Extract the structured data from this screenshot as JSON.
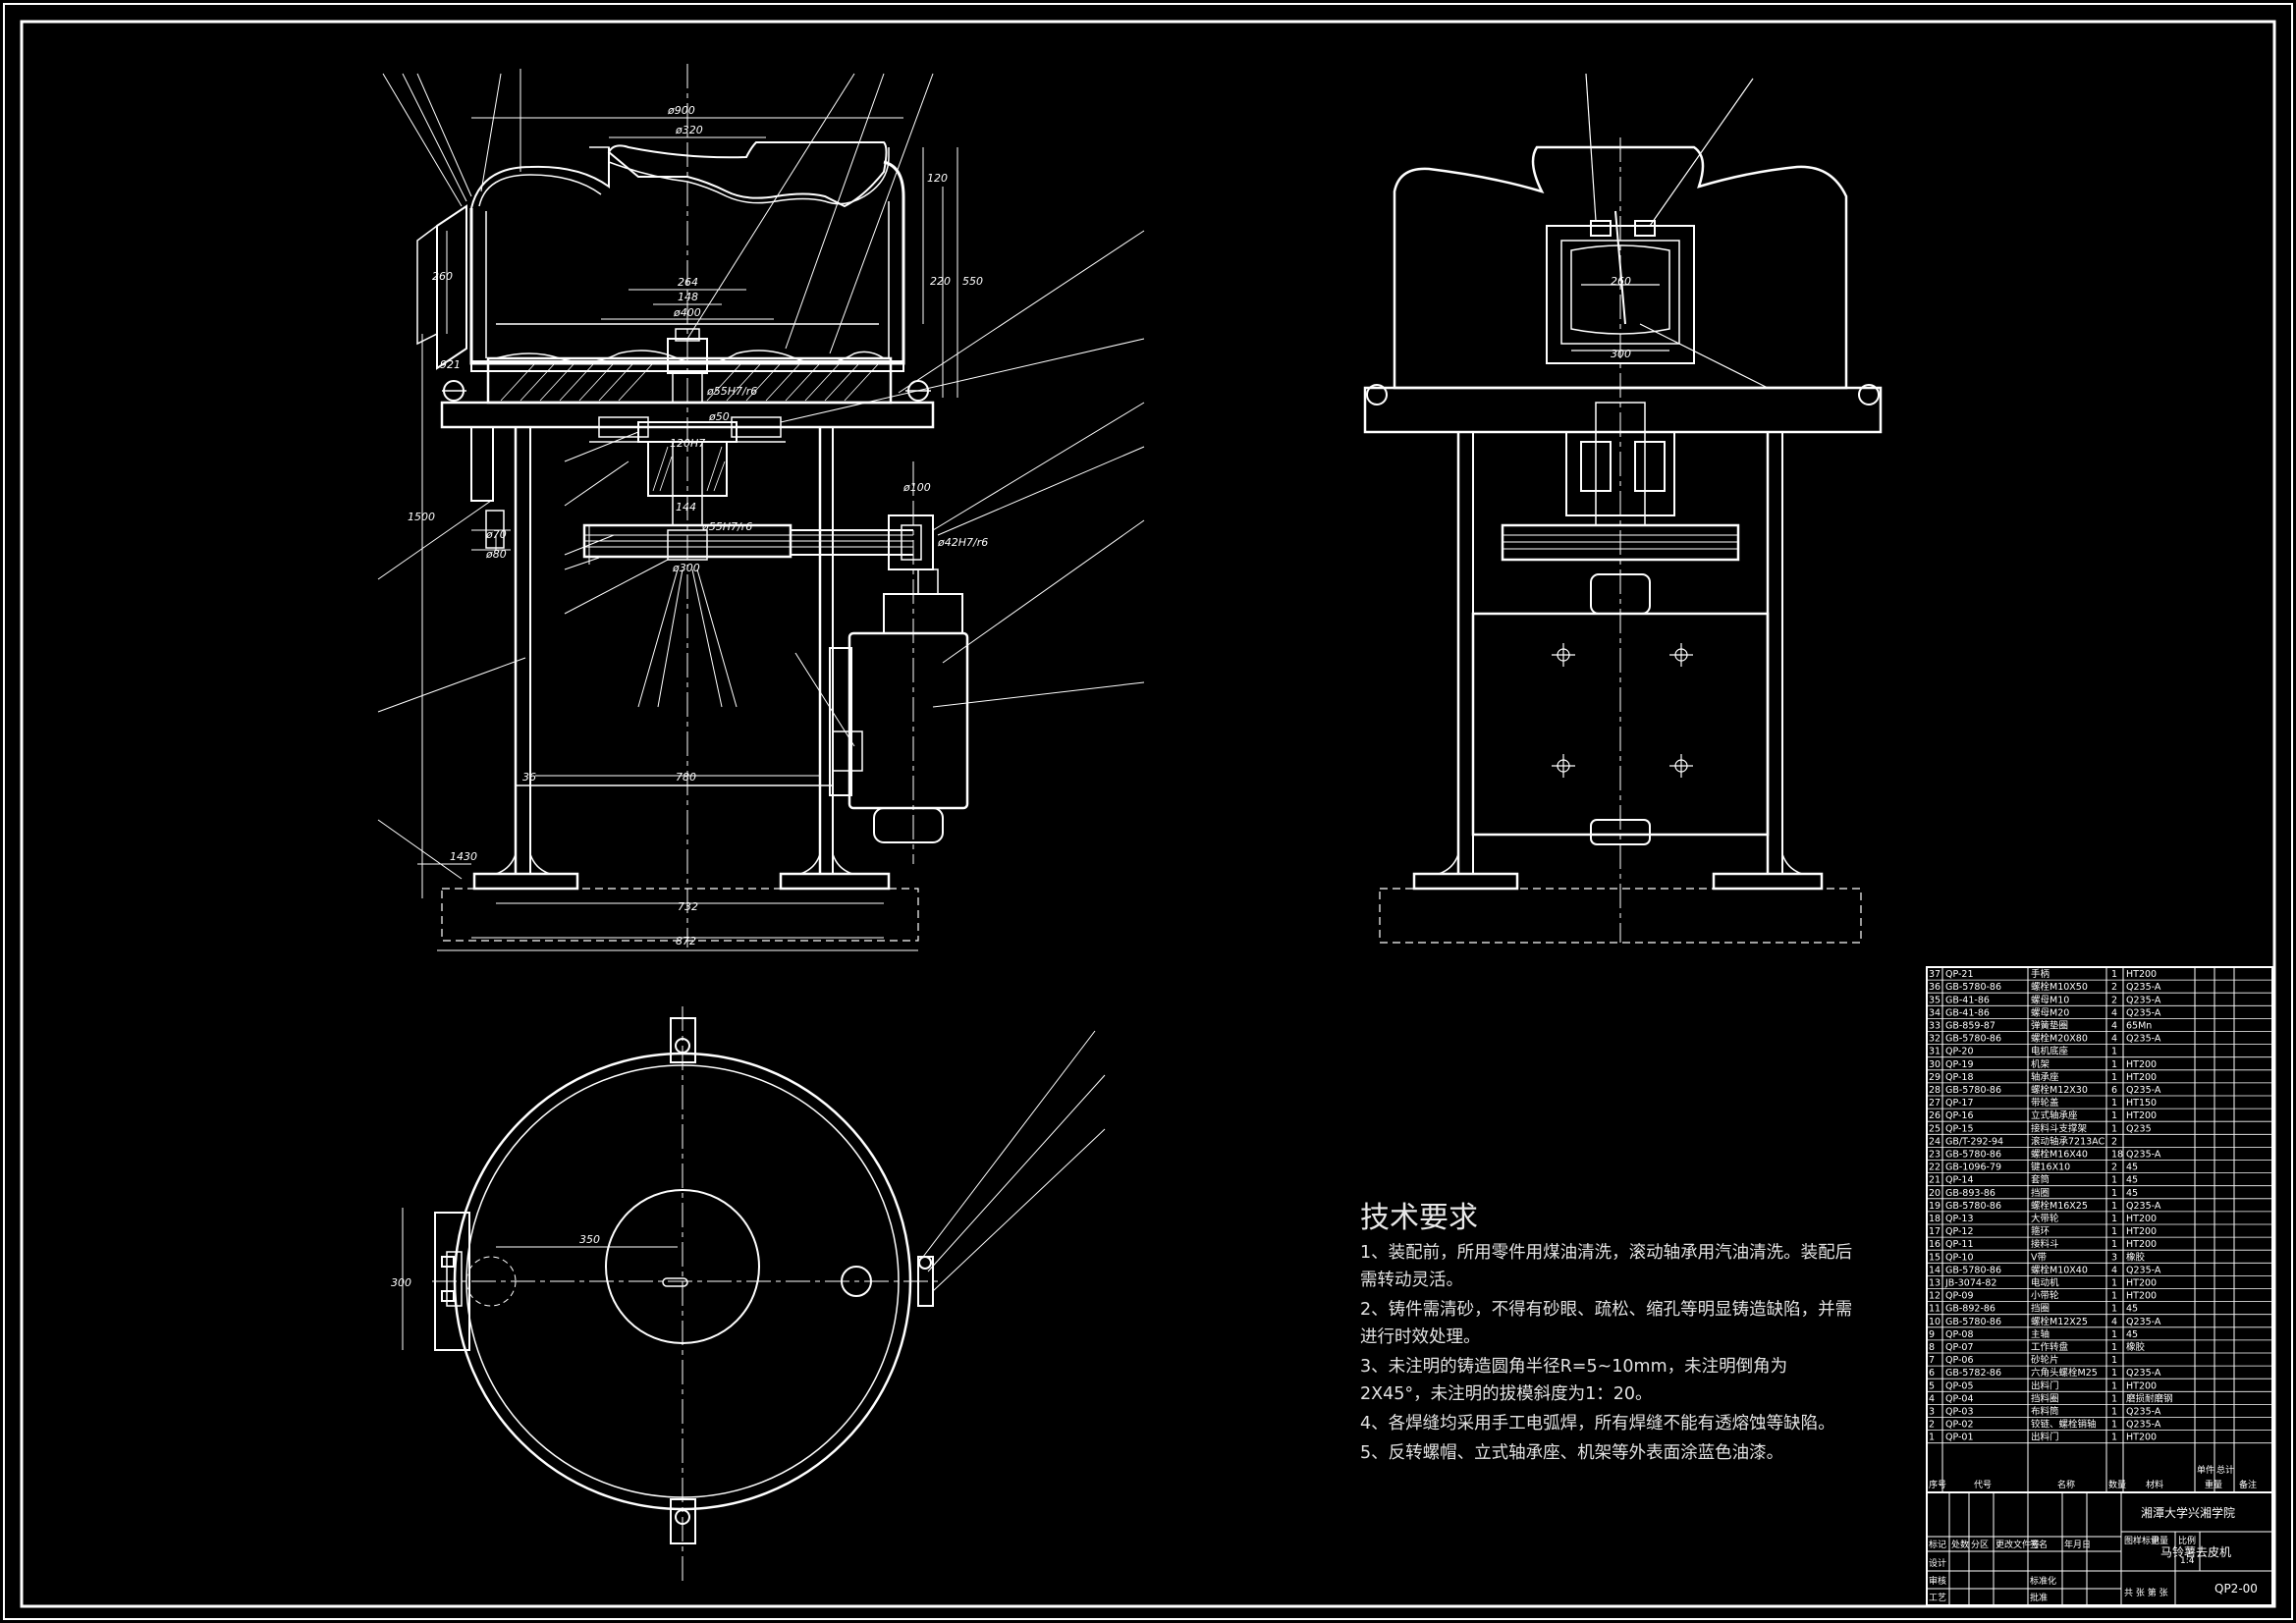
{
  "tech_req": {
    "title": "技术要求",
    "lines": [
      "1、装配前，所用零件用煤油清洗，滚动轴承用汽油清洗。装配后",
      "需转动灵活。",
      "2、铸件需清砂，不得有砂眼、疏松、缩孔等明显铸造缺陷，并需",
      "进行时效处理。",
      "3、未注明的铸造圆角半径R=5~10mm，未注明倒角为",
      "2X45°，未注明的拔模斜度为1：20。",
      "4、各焊缝均采用手工电弧焊，所有焊缝不能有透熔蚀等缺陷。",
      "5、反转螺帽、立式轴承座、机架等外表面涂蓝色油漆。"
    ]
  },
  "dimensions": {
    "front": [
      "ø900",
      "ø320",
      "264",
      "148",
      "ø400",
      "ø55H7/r6",
      "ø50",
      "120H7",
      "ø100",
      "ø55H7/r6",
      "ø42H7/r6",
      "144",
      "ø300",
      "120",
      "220",
      "550",
      "260",
      "921",
      "1500",
      "ø70",
      "ø80",
      "36",
      "780",
      "1430",
      "732",
      "872"
    ],
    "side": [
      "260",
      "300"
    ],
    "plan": [
      "350",
      "300"
    ]
  },
  "bom": {
    "rows": [
      [
        "37",
        "QP-21",
        "手柄",
        "1",
        "HT200"
      ],
      [
        "36",
        "GB-5780-86",
        "螺栓M10X50",
        "2",
        "Q235-A"
      ],
      [
        "35",
        "GB-41-86",
        "螺母M10",
        "2",
        "Q235-A"
      ],
      [
        "34",
        "GB-41-86",
        "螺母M20",
        "4",
        "Q235-A"
      ],
      [
        "33",
        "GB-859-87",
        "弹簧垫圈",
        "4",
        "65Mn"
      ],
      [
        "32",
        "GB-5780-86",
        "螺栓M20X80",
        "4",
        "Q235-A"
      ],
      [
        "31",
        "QP-20",
        "电机底座",
        "1",
        ""
      ],
      [
        "30",
        "QP-19",
        "机架",
        "1",
        "HT200"
      ],
      [
        "29",
        "QP-18",
        "轴承座",
        "1",
        "HT200"
      ],
      [
        "28",
        "GB-5780-86",
        "螺栓M12X30",
        "6",
        "Q235-A"
      ],
      [
        "27",
        "QP-17",
        "带轮盖",
        "1",
        "HT150"
      ],
      [
        "26",
        "QP-16",
        "立式轴承座",
        "1",
        "HT200"
      ],
      [
        "25",
        "QP-15",
        "接料斗支撑架",
        "1",
        "Q235"
      ],
      [
        "24",
        "GB/T-292-94",
        "滚动轴承7213AC",
        "2",
        ""
      ],
      [
        "23",
        "GB-5780-86",
        "螺栓M16X40",
        "18",
        "Q235-A"
      ],
      [
        "22",
        "GB-1096-79",
        "键16X10",
        "2",
        "45"
      ],
      [
        "21",
        "QP-14",
        "套筒",
        "1",
        "45"
      ],
      [
        "20",
        "GB-893-86",
        "挡圈",
        "1",
        "45"
      ],
      [
        "19",
        "GB-5780-86",
        "螺栓M16X25",
        "1",
        "Q235-A"
      ],
      [
        "18",
        "QP-13",
        "大带轮",
        "1",
        "HT200"
      ],
      [
        "17",
        "QP-12",
        "箍环",
        "1",
        "HT200"
      ],
      [
        "16",
        "QP-11",
        "接料斗",
        "1",
        "HT200"
      ],
      [
        "15",
        "QP-10",
        "V带",
        "3",
        "橡胶"
      ],
      [
        "14",
        "GB-5780-86",
        "螺栓M10X40",
        "4",
        "Q235-A"
      ],
      [
        "13",
        "JB-3074-82",
        "电动机",
        "1",
        "HT200"
      ],
      [
        "12",
        "QP-09",
        "小带轮",
        "1",
        "HT200"
      ],
      [
        "11",
        "GB-892-86",
        "挡圈",
        "1",
        "45"
      ],
      [
        "10",
        "GB-5780-86",
        "螺栓M12X25",
        "4",
        "Q235-A"
      ],
      [
        "9",
        "QP-08",
        "主轴",
        "1",
        "45"
      ],
      [
        "8",
        "QP-07",
        "工作转盘",
        "1",
        "橡胶"
      ],
      [
        "7",
        "QP-06",
        "砂轮片",
        "1",
        ""
      ],
      [
        "6",
        "GB-5782-86",
        "六角头螺栓M25",
        "1",
        "Q235-A"
      ],
      [
        "5",
        "QP-05",
        "出料门",
        "1",
        "HT200"
      ],
      [
        "4",
        "QP-04",
        "挡料圈",
        "1",
        "磨损耐磨钢"
      ],
      [
        "3",
        "QP-03",
        "布料筒",
        "1",
        "Q235-A"
      ],
      [
        "2",
        "QP-02",
        "铰链、螺栓销轴",
        "1",
        "Q235-A"
      ],
      [
        "1",
        "QP-01",
        "出料门",
        "1",
        "HT200"
      ]
    ],
    "header": [
      "序号",
      "代号",
      "名称",
      "数量",
      "材料",
      "单件",
      "总计",
      "重量",
      "备注"
    ]
  },
  "title_block": {
    "school": "湘潭大学兴湘学院",
    "drawing_name": "马铃薯去皮机",
    "drawing_no": "QP2-00",
    "scale": "1:4",
    "scale_label": "比例",
    "stage_label": "图样标记",
    "weight_label": "重量",
    "sheet_label": "共 张 第 张",
    "rows": [
      "标记",
      "处数",
      "分区",
      "更改文件号",
      "签名",
      "年月日"
    ],
    "roles": [
      "设计",
      "审核",
      "工艺",
      "标准化",
      "批准"
    ]
  }
}
